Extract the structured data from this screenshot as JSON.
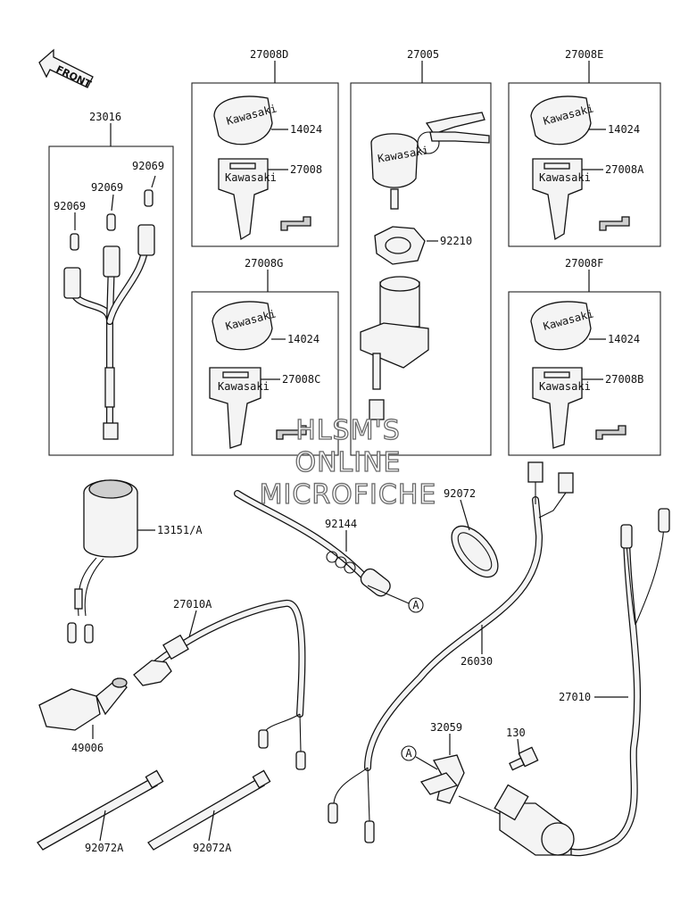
{
  "front_arrow": "FRONT",
  "labels": {
    "p23016": "23016",
    "p92069_a": "92069",
    "p92069_b": "92069",
    "p92069_c": "92069",
    "p27008D": "27008D",
    "p14024_d": "14024",
    "p27008_d": "27008",
    "p27005": "27005",
    "p92210": "92210",
    "p27008E": "27008E",
    "p14024_e": "14024",
    "p27008A": "27008A",
    "p27008G": "27008G",
    "p14024_g": "14024",
    "p27008C": "27008C",
    "p27008F": "27008F",
    "p14024_f": "14024",
    "p27008B": "27008B",
    "p13151A": "13151/A",
    "p92144": "92144",
    "p92072_top": "92072",
    "p27010A": "27010A",
    "p26030": "26030",
    "p49006": "49006",
    "p27010": "27010",
    "p32059": "32059",
    "p130": "130",
    "p92072A_1": "92072A",
    "p92072A_2": "92072A"
  },
  "ref_marks": {
    "a1": "A",
    "a2": "A"
  },
  "key_brand": {
    "k1": "Kawasaki",
    "k2": "Kawasaki",
    "k3": "Kawasaki",
    "k4": "Kawasaki",
    "k5": "Kawasaki",
    "k6": "Kawasaki",
    "k7": "Kawasaki",
    "k8": "Kawasaki",
    "k9": "Kawasaki"
  },
  "watermark": {
    "line1": "HLSM'S",
    "line2": "ONLINE",
    "line3": "MICROFICHE"
  }
}
